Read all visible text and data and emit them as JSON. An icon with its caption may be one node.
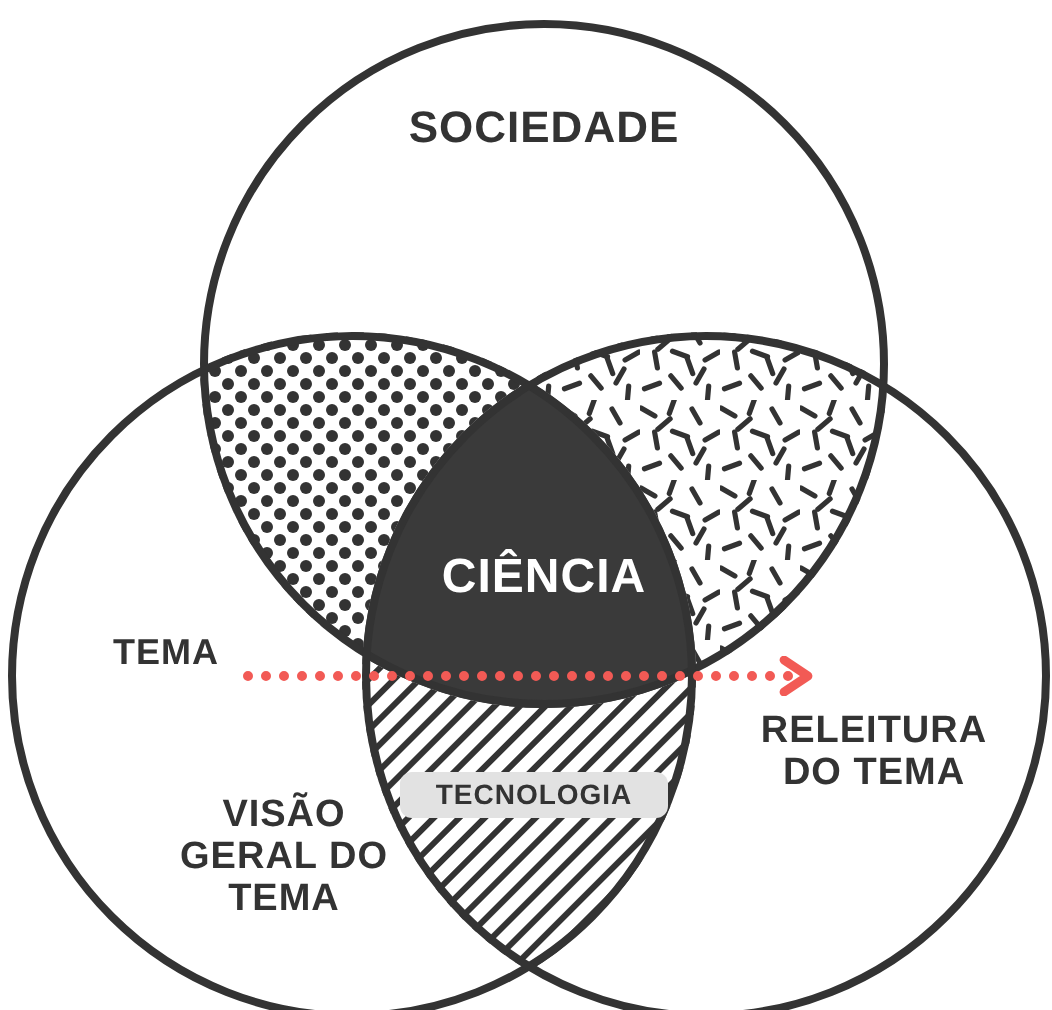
{
  "diagram": {
    "nodes": [
      {
        "text": [
          "SOCIEDADE"
        ]
      },
      {
        "text": [
          "VISÃO GERAL DO TEMA"
        ]
      },
      {
        "text": [
          "RELEITURA DO TEMA"
        ]
      },
      {
        "text": [
          "CIÊNCIA"
        ]
      },
      {
        "text": [
          "TECNOLOGIA"
        ]
      },
      {
        "text": [
          "TEMA"
        ]
      }
    ],
    "edges": [
      {
        "from": 5,
        "to": 2,
        "arrow": "to",
        "style": "dashed",
        "color": "#f25a55"
      }
    ]
  }
}
